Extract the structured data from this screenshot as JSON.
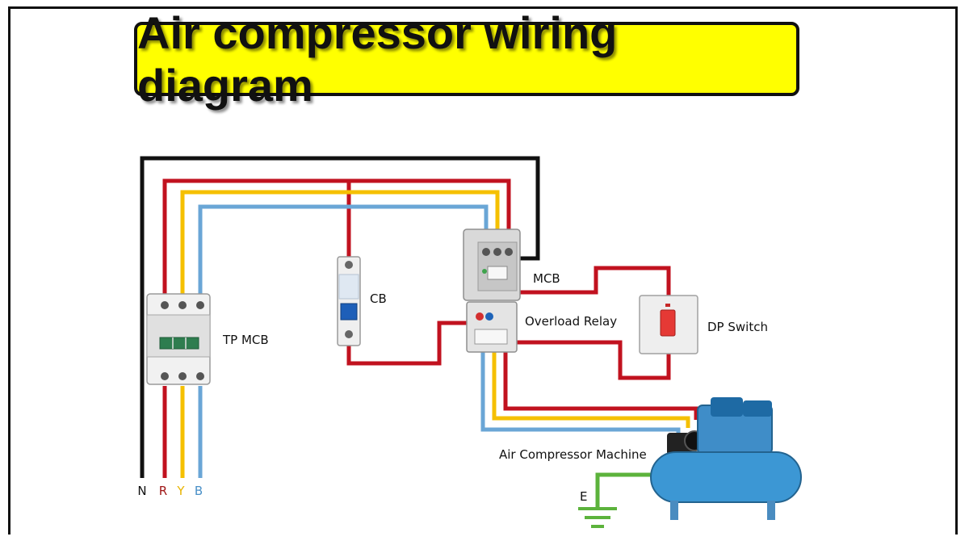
{
  "title": "Air compressor wiring diagram",
  "labels": {
    "tp_mcb": "TP MCB",
    "cb": "CB",
    "mcb": "MCB",
    "overload_relay": "Overload Relay",
    "dp_switch": "DP Switch",
    "air_compressor": "Air Compressor Machine",
    "earth": "E"
  },
  "terminals": [
    {
      "label": "N",
      "color": "#111111"
    },
    {
      "label": "R",
      "color": "#a01818"
    },
    {
      "label": "Y",
      "color": "#e8b400"
    },
    {
      "label": "B",
      "color": "#4a90c8"
    }
  ],
  "colors": {
    "neutral": "#111111",
    "red_phase": "#c1121f",
    "yellow_phase": "#f5c000",
    "blue_phase": "#6aa6d6",
    "earth": "#5cb33c",
    "title_bg": "#ffff00"
  }
}
